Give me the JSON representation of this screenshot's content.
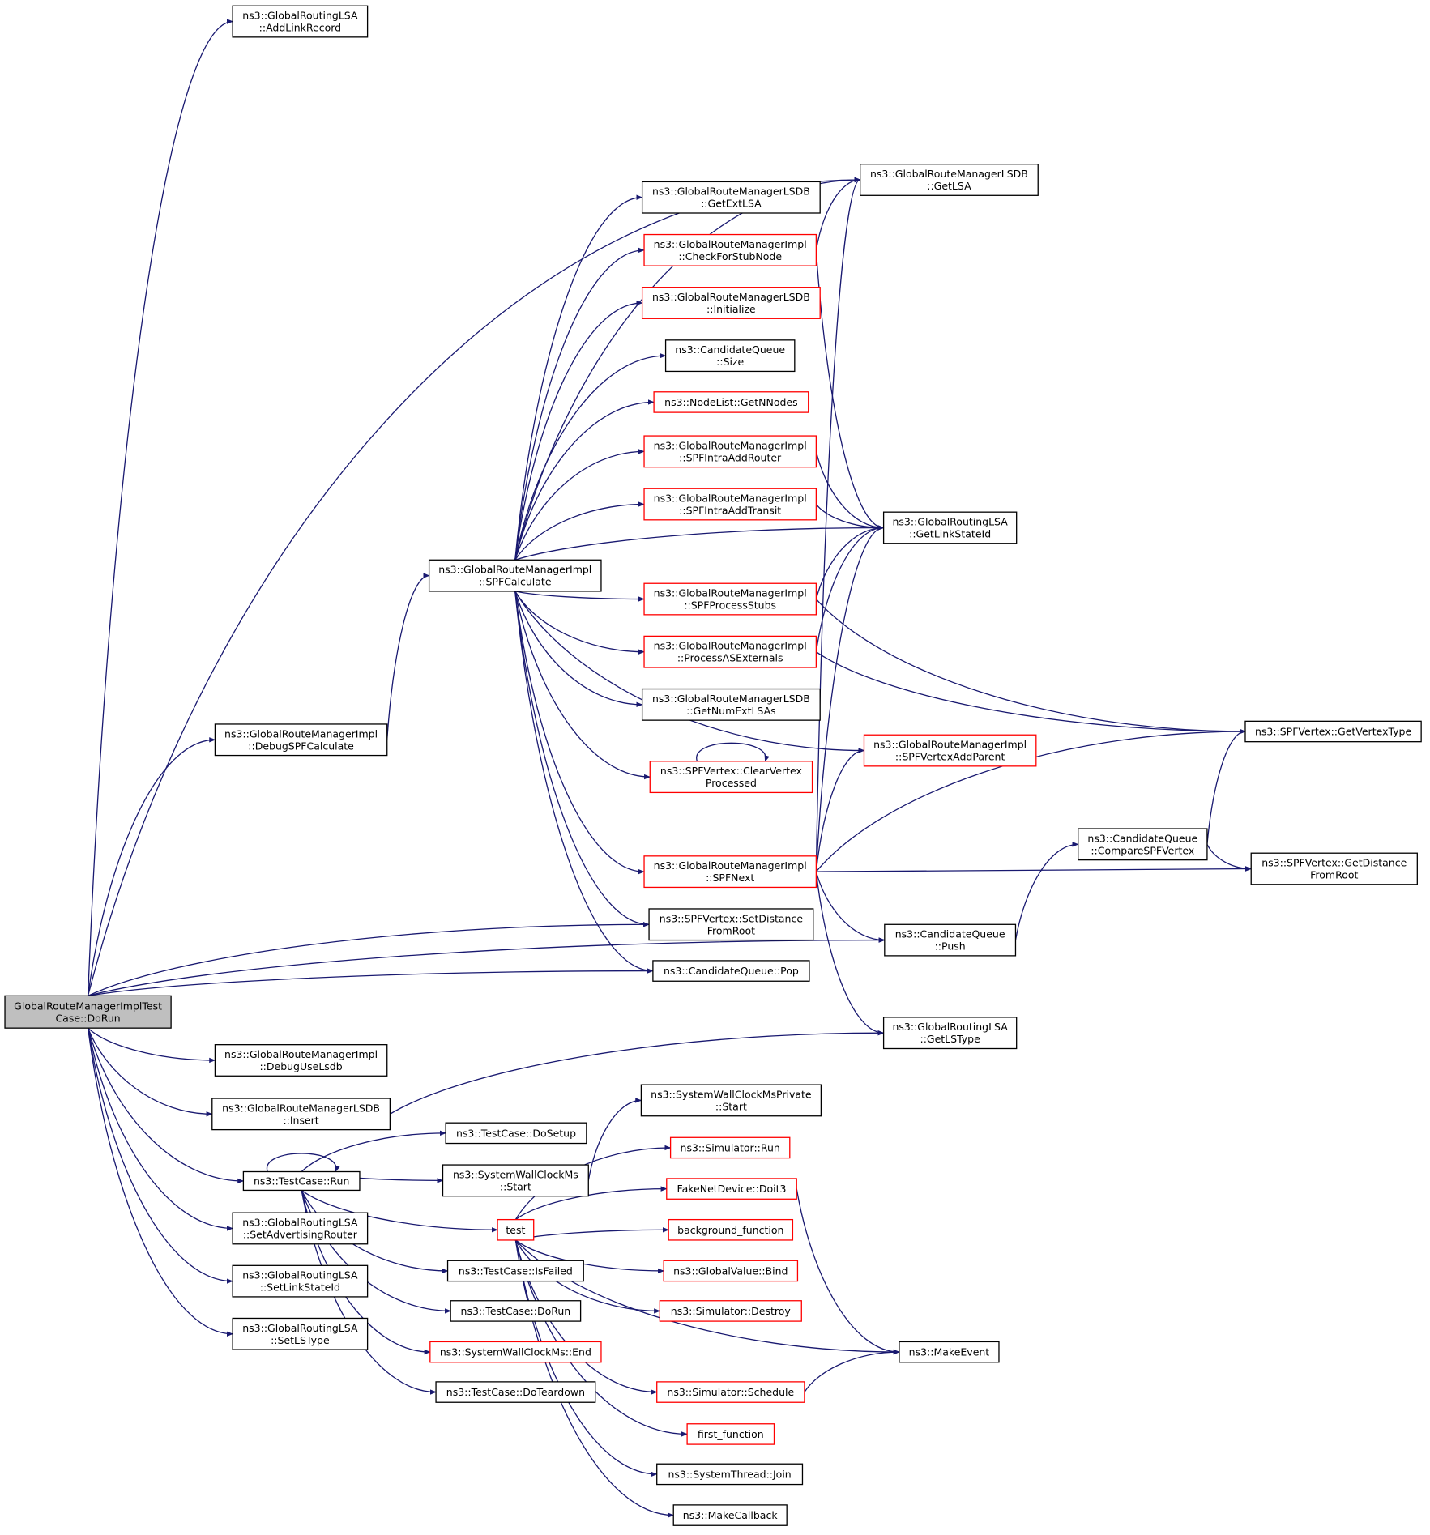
{
  "colors": {
    "edge": "#191970",
    "border_black": "#000000",
    "border_red": "#ff0000",
    "root_fill": "#bfbfbf"
  },
  "nodes": [
    {
      "id": "root",
      "lines": [
        "GlobalRouteManagerImplTest",
        "Case::DoRun"
      ],
      "style": "root"
    },
    {
      "id": "addLinkRecord",
      "lines": [
        "ns3::GlobalRoutingLSA",
        "::AddLinkRecord"
      ],
      "style": "black"
    },
    {
      "id": "getLSA",
      "lines": [
        "ns3::GlobalRouteManagerLSDB",
        "::GetLSA"
      ],
      "style": "black"
    },
    {
      "id": "getExtLSA",
      "lines": [
        "ns3::GlobalRouteManagerLSDB",
        "::GetExtLSA"
      ],
      "style": "black"
    },
    {
      "id": "checkStub",
      "lines": [
        "ns3::GlobalRouteManagerImpl",
        "::CheckForStubNode"
      ],
      "style": "red"
    },
    {
      "id": "lsdbInit",
      "lines": [
        "ns3::GlobalRouteManagerLSDB",
        "::Initialize"
      ],
      "style": "red"
    },
    {
      "id": "cqSize",
      "lines": [
        "ns3::CandidateQueue",
        "::Size"
      ],
      "style": "black"
    },
    {
      "id": "getNNodes",
      "lines": [
        "ns3::NodeList::GetNNodes"
      ],
      "style": "red"
    },
    {
      "id": "addRouter",
      "lines": [
        "ns3::GlobalRouteManagerImpl",
        "::SPFIntraAddRouter"
      ],
      "style": "red"
    },
    {
      "id": "addTransit",
      "lines": [
        "ns3::GlobalRouteManagerImpl",
        "::SPFIntraAddTransit"
      ],
      "style": "red"
    },
    {
      "id": "getLinkStateId",
      "lines": [
        "ns3::GlobalRoutingLSA",
        "::GetLinkStateId"
      ],
      "style": "black"
    },
    {
      "id": "spfCalc",
      "lines": [
        "ns3::GlobalRouteManagerImpl",
        "::SPFCalculate"
      ],
      "style": "black"
    },
    {
      "id": "processStubs",
      "lines": [
        "ns3::GlobalRouteManagerImpl",
        "::SPFProcessStubs"
      ],
      "style": "red"
    },
    {
      "id": "processAS",
      "lines": [
        "ns3::GlobalRouteManagerImpl",
        "::ProcessASExternals"
      ],
      "style": "red"
    },
    {
      "id": "getNumExt",
      "lines": [
        "ns3::GlobalRouteManagerLSDB",
        "::GetNumExtLSAs"
      ],
      "style": "black"
    },
    {
      "id": "getVertexType",
      "lines": [
        "ns3::SPFVertex::GetVertexType"
      ],
      "style": "black"
    },
    {
      "id": "debugSPF",
      "lines": [
        "ns3::GlobalRouteManagerImpl",
        "::DebugSPFCalculate"
      ],
      "style": "black"
    },
    {
      "id": "addParent",
      "lines": [
        "ns3::GlobalRouteManagerImpl",
        "::SPFVertexAddParent"
      ],
      "style": "red"
    },
    {
      "id": "clearVertex",
      "lines": [
        "ns3::SPFVertex::ClearVertex",
        "Processed"
      ],
      "style": "red"
    },
    {
      "id": "compareSPF",
      "lines": [
        "ns3::CandidateQueue",
        "::CompareSPFVertex"
      ],
      "style": "black"
    },
    {
      "id": "getDist",
      "lines": [
        "ns3::SPFVertex::GetDistance",
        "FromRoot"
      ],
      "style": "black"
    },
    {
      "id": "spfNext",
      "lines": [
        "ns3::GlobalRouteManagerImpl",
        "::SPFNext"
      ],
      "style": "red"
    },
    {
      "id": "setDist",
      "lines": [
        "ns3::SPFVertex::SetDistance",
        "FromRoot"
      ],
      "style": "black"
    },
    {
      "id": "cqPush",
      "lines": [
        "ns3::CandidateQueue",
        "::Push"
      ],
      "style": "black"
    },
    {
      "id": "cqPop",
      "lines": [
        "ns3::CandidateQueue::Pop"
      ],
      "style": "black"
    },
    {
      "id": "getLSType",
      "lines": [
        "ns3::GlobalRoutingLSA",
        "::GetLSType"
      ],
      "style": "black"
    },
    {
      "id": "debugLsdb",
      "lines": [
        "ns3::GlobalRouteManagerImpl",
        "::DebugUseLsdb"
      ],
      "style": "black"
    },
    {
      "id": "lsdbInsert",
      "lines": [
        "ns3::GlobalRouteManagerLSDB",
        "::Insert"
      ],
      "style": "black"
    },
    {
      "id": "swcPrivStart",
      "lines": [
        "ns3::SystemWallClockMsPrivate",
        "::Start"
      ],
      "style": "black"
    },
    {
      "id": "doSetup",
      "lines": [
        "ns3::TestCase::DoSetup"
      ],
      "style": "black"
    },
    {
      "id": "simRun",
      "lines": [
        "ns3::Simulator::Run"
      ],
      "style": "red"
    },
    {
      "id": "tcRun",
      "lines": [
        "ns3::TestCase::Run"
      ],
      "style": "black"
    },
    {
      "id": "swcStart",
      "lines": [
        "ns3::SystemWallClockMs",
        "::Start"
      ],
      "style": "black"
    },
    {
      "id": "doit3",
      "lines": [
        "FakeNetDevice::Doit3"
      ],
      "style": "red"
    },
    {
      "id": "test",
      "lines": [
        "test"
      ],
      "style": "red"
    },
    {
      "id": "bgFunc",
      "lines": [
        "background_function"
      ],
      "style": "red"
    },
    {
      "id": "setAdvRouter",
      "lines": [
        "ns3::GlobalRoutingLSA",
        "::SetAdvertisingRouter"
      ],
      "style": "black"
    },
    {
      "id": "isFailed",
      "lines": [
        "ns3::TestCase::IsFailed"
      ],
      "style": "black"
    },
    {
      "id": "gvBind",
      "lines": [
        "ns3::GlobalValue::Bind"
      ],
      "style": "red"
    },
    {
      "id": "setLinkStateId",
      "lines": [
        "ns3::GlobalRoutingLSA",
        "::SetLinkStateId"
      ],
      "style": "black"
    },
    {
      "id": "tcDoRun",
      "lines": [
        "ns3::TestCase::DoRun"
      ],
      "style": "black"
    },
    {
      "id": "simDestroy",
      "lines": [
        "ns3::Simulator::Destroy"
      ],
      "style": "red"
    },
    {
      "id": "setLSType",
      "lines": [
        "ns3::GlobalRoutingLSA",
        "::SetLSType"
      ],
      "style": "black"
    },
    {
      "id": "swcEnd",
      "lines": [
        "ns3::SystemWallClockMs::End"
      ],
      "style": "red"
    },
    {
      "id": "makeEvent",
      "lines": [
        "ns3::MakeEvent"
      ],
      "style": "black"
    },
    {
      "id": "doTeardown",
      "lines": [
        "ns3::TestCase::DoTeardown"
      ],
      "style": "black"
    },
    {
      "id": "simSchedule",
      "lines": [
        "ns3::Simulator::Schedule"
      ],
      "style": "red"
    },
    {
      "id": "firstFunc",
      "lines": [
        "first_function"
      ],
      "style": "red"
    },
    {
      "id": "threadJoin",
      "lines": [
        "ns3::SystemThread::Join"
      ],
      "style": "black"
    },
    {
      "id": "makeCallback",
      "lines": [
        "ns3::MakeCallback"
      ],
      "style": "black"
    }
  ],
  "edges": [
    [
      "root",
      "addLinkRecord"
    ],
    [
      "root",
      "getLSA"
    ],
    [
      "root",
      "debugSPF"
    ],
    [
      "root",
      "setDist"
    ],
    [
      "root",
      "cqPop"
    ],
    [
      "root",
      "cqPush"
    ],
    [
      "root",
      "debugLsdb"
    ],
    [
      "root",
      "lsdbInsert"
    ],
    [
      "root",
      "tcRun"
    ],
    [
      "root",
      "setAdvRouter"
    ],
    [
      "root",
      "setLinkStateId"
    ],
    [
      "root",
      "setLSType"
    ],
    [
      "debugSPF",
      "spfCalc"
    ],
    [
      "spfCalc",
      "getLSA"
    ],
    [
      "spfCalc",
      "getExtLSA"
    ],
    [
      "spfCalc",
      "checkStub"
    ],
    [
      "spfCalc",
      "lsdbInit"
    ],
    [
      "spfCalc",
      "cqSize"
    ],
    [
      "spfCalc",
      "getNNodes"
    ],
    [
      "spfCalc",
      "addRouter"
    ],
    [
      "spfCalc",
      "addTransit"
    ],
    [
      "spfCalc",
      "getLinkStateId"
    ],
    [
      "spfCalc",
      "processStubs"
    ],
    [
      "spfCalc",
      "processAS"
    ],
    [
      "spfCalc",
      "getNumExt"
    ],
    [
      "spfCalc",
      "clearVertex"
    ],
    [
      "spfCalc",
      "addParent"
    ],
    [
      "spfCalc",
      "spfNext"
    ],
    [
      "spfCalc",
      "setDist"
    ],
    [
      "spfCalc",
      "cqPop"
    ],
    [
      "checkStub",
      "getLSA"
    ],
    [
      "checkStub",
      "getLinkStateId"
    ],
    [
      "addRouter",
      "getLinkStateId"
    ],
    [
      "addTransit",
      "getLinkStateId"
    ],
    [
      "processStubs",
      "getLinkStateId"
    ],
    [
      "processStubs",
      "getVertexType"
    ],
    [
      "processAS",
      "getLinkStateId"
    ],
    [
      "processAS",
      "getVertexType"
    ],
    [
      "clearVertex",
      "clearVertex"
    ],
    [
      "spfNext",
      "getLSA"
    ],
    [
      "spfNext",
      "getLinkStateId"
    ],
    [
      "spfNext",
      "addParent"
    ],
    [
      "spfNext",
      "getVertexType"
    ],
    [
      "spfNext",
      "getDist"
    ],
    [
      "spfNext",
      "cqPush"
    ],
    [
      "spfNext",
      "getLSType"
    ],
    [
      "cqPush",
      "compareSPF"
    ],
    [
      "compareSPF",
      "getVertexType"
    ],
    [
      "compareSPF",
      "getDist"
    ],
    [
      "lsdbInsert",
      "getLSType"
    ],
    [
      "tcRun",
      "tcRun"
    ],
    [
      "tcRun",
      "doSetup"
    ],
    [
      "tcRun",
      "swcStart"
    ],
    [
      "tcRun",
      "test"
    ],
    [
      "tcRun",
      "isFailed"
    ],
    [
      "tcRun",
      "tcDoRun"
    ],
    [
      "tcRun",
      "swcEnd"
    ],
    [
      "tcRun",
      "doTeardown"
    ],
    [
      "swcStart",
      "swcPrivStart"
    ],
    [
      "test",
      "simRun"
    ],
    [
      "test",
      "doit3"
    ],
    [
      "test",
      "bgFunc"
    ],
    [
      "test",
      "gvBind"
    ],
    [
      "test",
      "simDestroy"
    ],
    [
      "test",
      "makeEvent"
    ],
    [
      "test",
      "simSchedule"
    ],
    [
      "test",
      "firstFunc"
    ],
    [
      "test",
      "threadJoin"
    ],
    [
      "test",
      "makeCallback"
    ],
    [
      "doit3",
      "makeEvent"
    ],
    [
      "simSchedule",
      "makeEvent"
    ]
  ]
}
